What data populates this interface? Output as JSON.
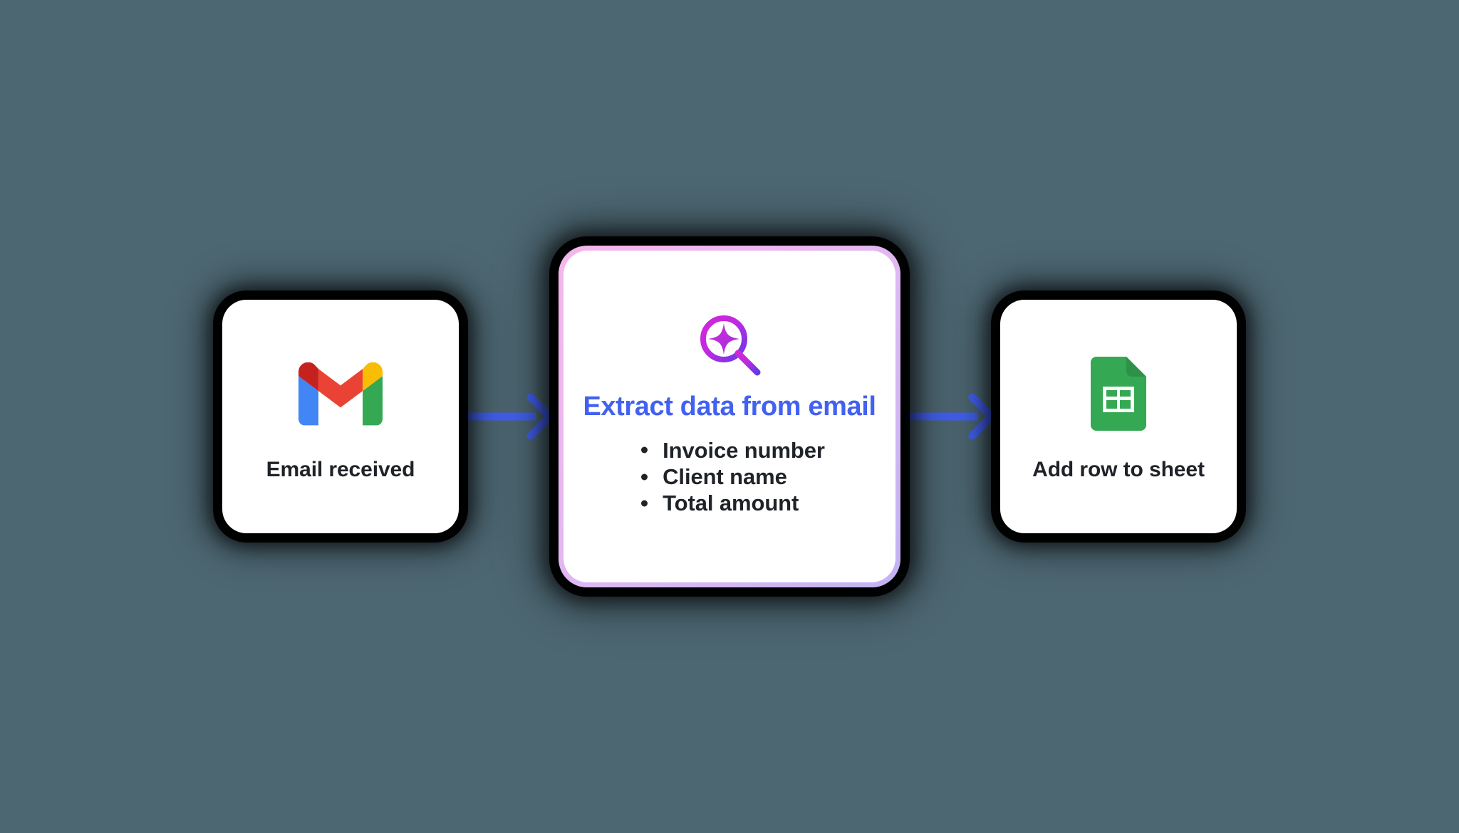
{
  "background_color": "#4d6772",
  "accent_colors": {
    "arrow_blue": "#4361f0",
    "title_blue": "#4361f0",
    "card_border_gradient_start": "#f4b7ea",
    "card_border_gradient_end": "#c2b2f4",
    "lens_gradient_start": "#d127d8",
    "lens_gradient_end": "#6639e8",
    "text_dark": "#1f2328",
    "gmail_red": "#ea4335",
    "gmail_blue": "#4285f4",
    "gmail_yellow": "#fbbc04",
    "gmail_green": "#34a853",
    "sheets_green": "#34a853"
  },
  "flow": {
    "steps": [
      {
        "id": "email-received",
        "icon": "gmail-icon",
        "label": "Email received",
        "type": "trigger"
      },
      {
        "id": "extract-data",
        "icon": "ai-search-sparkle-icon",
        "title": "Extract data from email",
        "bullets": [
          "Invoice number",
          "Client name",
          "Total amount"
        ],
        "type": "action-highlighted"
      },
      {
        "id": "add-row-to-sheet",
        "icon": "google-sheets-icon",
        "label": "Add row to sheet",
        "type": "action"
      }
    ],
    "connectors": [
      {
        "id": "connector-1",
        "icon": "arrow-right-icon",
        "from": "email-received",
        "to": "extract-data"
      },
      {
        "id": "connector-2",
        "icon": "arrow-right-icon",
        "from": "extract-data",
        "to": "add-row-to-sheet"
      }
    ]
  }
}
